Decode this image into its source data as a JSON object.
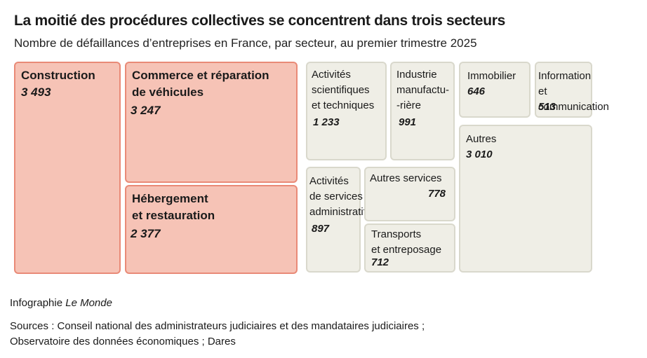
{
  "title": "La moitié des procédures collectives se concentrent dans trois secteurs",
  "subtitle": "Nombre de défaillances d’entreprises en France, par secteur, au premier trimestre 2025",
  "credit": {
    "prefix": "Infographie ",
    "name": "Le Monde"
  },
  "sources": "Sources : Conseil national des administrateurs judiciaires et des mandataires judiciaires ;\nObservatoire des données économiques ; Dares",
  "colors": {
    "highlight_fill": "#f6c3b6",
    "highlight_border": "#e98a77",
    "tile_fill": "#efeee6",
    "tile_border": "#d9d8cc"
  },
  "chart_data": {
    "type": "treemap",
    "series": [
      {
        "name": "Construction",
        "value": 3493,
        "value_label": "3 493",
        "highlight": true
      },
      {
        "name": "Commerce et réparation de véhicules",
        "label": "Commerce et réparation\nde véhicules",
        "value": 3247,
        "value_label": "3 247",
        "highlight": true
      },
      {
        "name": "Hébergement et restauration",
        "label": "Hébergement\net restauration",
        "value": 2377,
        "value_label": "2 377",
        "highlight": true
      },
      {
        "name": "Activités scientifiques et techniques",
        "label": "Activités\nscientifiques\net techniques",
        "value": 1233,
        "value_label": "1 233",
        "highlight": false
      },
      {
        "name": "Industrie manufacturière",
        "label": "Industrie\nmanufactu-\n-rière",
        "value": 991,
        "value_label": "991",
        "highlight": false
      },
      {
        "name": "Immobilier",
        "value": 646,
        "value_label": "646",
        "highlight": false
      },
      {
        "name": "Information et communication",
        "label": "Information\net communication",
        "value": 513,
        "value_label": "513",
        "highlight": false
      },
      {
        "name": "Autres",
        "value": 3010,
        "value_label": "3 010",
        "highlight": false
      },
      {
        "name": "Activités de services administratifs",
        "label": "Activités\nde services\nadministratifs",
        "value": 897,
        "value_label": "897",
        "highlight": false
      },
      {
        "name": "Autres services",
        "value": 778,
        "value_label": "778",
        "highlight": false
      },
      {
        "name": "Transports et entreposage",
        "label": "Transports\net entreposage",
        "value": 712,
        "value_label": "712",
        "highlight": false
      }
    ]
  }
}
